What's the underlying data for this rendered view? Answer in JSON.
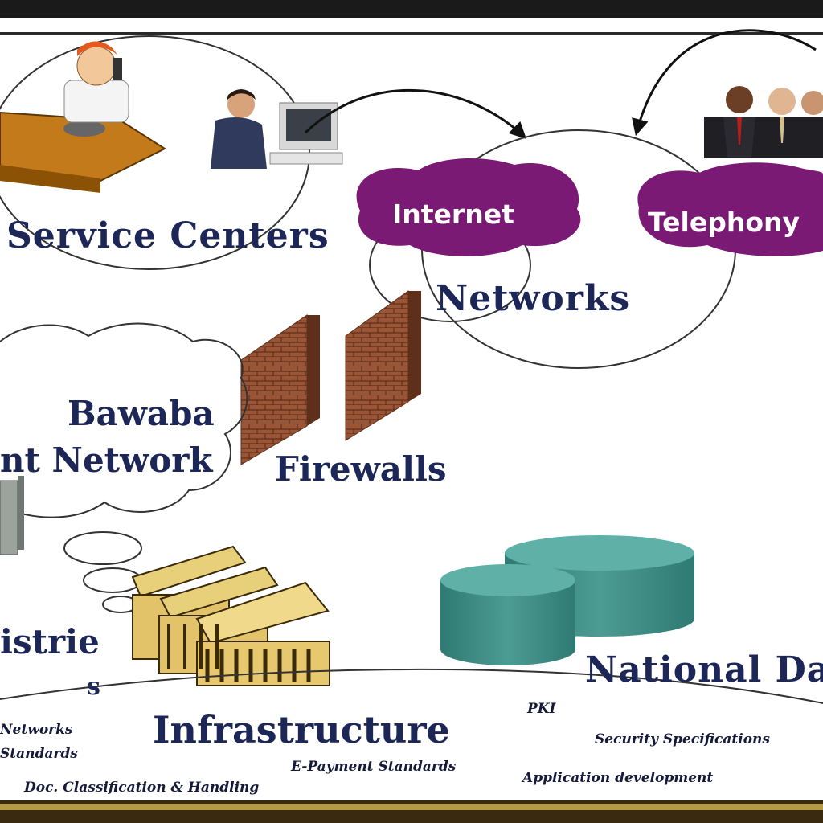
{
  "labels": {
    "service_centers": "Service Centers",
    "internet": "Internet",
    "telephony": "Telephony",
    "networks": "Networks",
    "bawaba": "Bawaba",
    "gov_network": "nt Network",
    "firewalls": "Firewalls",
    "ministries_a": "istrie",
    "ministries_b": "s",
    "national_data": "National Da",
    "infrastructure": "Infrastructure",
    "pki": "PKI",
    "network_standards_a": "Networks",
    "network_standards_b": "Standards",
    "security_specifications": "Security Specifications",
    "epayment_standards": "E-Payment Standards",
    "application_development": "Application development",
    "doc_classification": "Doc. Classification & Handling"
  },
  "colors": {
    "text_navy": "#1c2757",
    "cloud_purple": "#7a1a74",
    "database_teal": "#3f8c84",
    "brick": "#8a4a2e",
    "frame": "#1a1a1a"
  },
  "icons": {
    "operator": "phone-operator-icon",
    "computer_user": "computer-user-icon",
    "business_people": "business-people-icon",
    "firewall": "brick-wall-icon",
    "building": "ministry-building-icon",
    "server": "server-icon",
    "database": "database-cylinder-icon"
  }
}
